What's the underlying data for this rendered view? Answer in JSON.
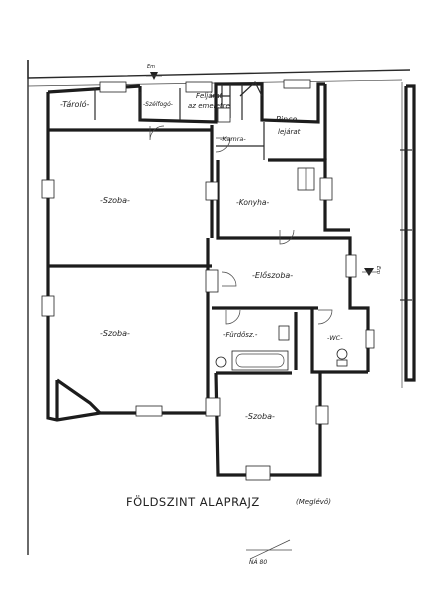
{
  "rooms": {
    "tarolo": "-Tároló-",
    "szelfogo": "-Szélfogó-",
    "feljarat_1": "Feljárat",
    "feljarat_2": "az emeletre",
    "pince_1": "Pince",
    "pince_2": "lejárat",
    "kamra": "-Kamra-",
    "szoba_top": "-Szoba-",
    "konyha": "-Konyha-",
    "eloszoba": "-Előszoba-",
    "szoba_mid": "-Szoba-",
    "furdoszoba": "-Fürdősz.-",
    "wc": "-WC-",
    "szoba_bottom": "-Szoba-"
  },
  "markers": {
    "entrance_top": "Em",
    "entrance_right": "Em"
  },
  "title": {
    "main": "FÖLDSZINT ALAPRAJZ",
    "sub": "(Meglévő)"
  },
  "section_label": "NÁ 80"
}
